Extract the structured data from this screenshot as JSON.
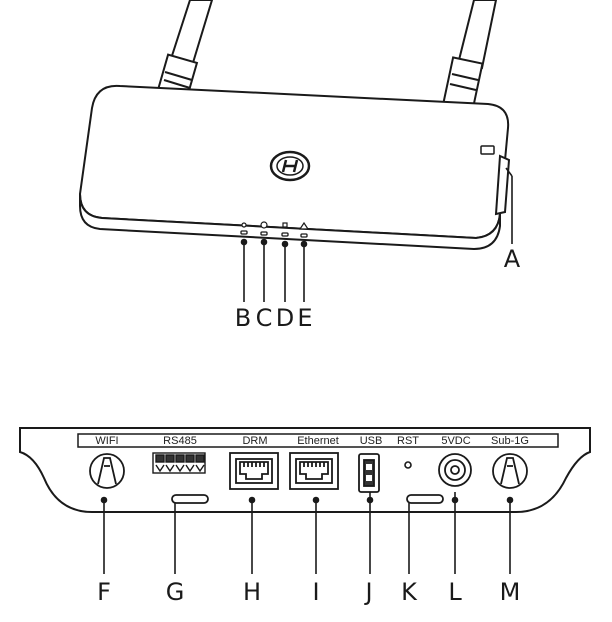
{
  "top_view": {
    "callouts": [
      "A",
      "B",
      "C",
      "D",
      "E"
    ]
  },
  "bottom_view": {
    "port_labels": [
      "WIFI",
      "RS485",
      "DRM",
      "Ethernet",
      "USB",
      "RST",
      "5VDC",
      "Sub-1G"
    ],
    "callouts": [
      "F",
      "G",
      "H",
      "I",
      "J",
      "K",
      "L",
      "M"
    ]
  }
}
